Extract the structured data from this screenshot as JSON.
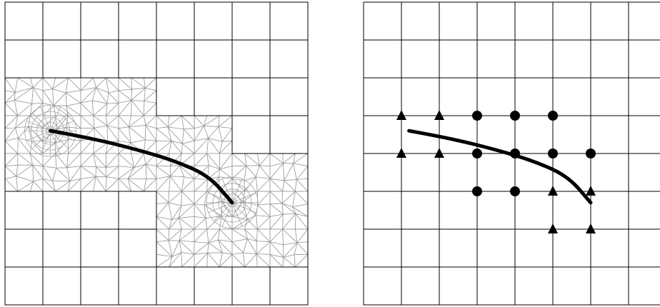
{
  "figure": {
    "left_panel": {
      "grid": {
        "cols": 8,
        "rows": 8
      },
      "refined_cells": [
        [
          2,
          0
        ],
        [
          2,
          1
        ],
        [
          2,
          2
        ],
        [
          2,
          3
        ],
        [
          3,
          0
        ],
        [
          3,
          1
        ],
        [
          3,
          2
        ],
        [
          3,
          3
        ],
        [
          3,
          4
        ],
        [
          3,
          5
        ],
        [
          4,
          0
        ],
        [
          4,
          1
        ],
        [
          4,
          2
        ],
        [
          4,
          3
        ],
        [
          4,
          4
        ],
        [
          4,
          5
        ],
        [
          4,
          6
        ],
        [
          4,
          7
        ],
        [
          5,
          4
        ],
        [
          5,
          5
        ],
        [
          5,
          6
        ],
        [
          5,
          7
        ],
        [
          6,
          4
        ],
        [
          6,
          5
        ],
        [
          6,
          6
        ],
        [
          6,
          7
        ]
      ],
      "crack_tips": [
        [
          1.2,
          3.4
        ],
        [
          6.0,
          5.3
        ]
      ],
      "crack": [
        [
          1.2,
          3.4
        ],
        [
          2.3,
          3.6
        ],
        [
          3.5,
          3.9
        ],
        [
          4.5,
          4.2
        ],
        [
          5.4,
          4.6
        ],
        [
          6.0,
          5.3
        ]
      ],
      "crack_color": "#000000",
      "mesh_color": "#9a9a9a"
    },
    "right_panel": {
      "grid": {
        "cols": 8,
        "rows": 8
      },
      "crack": [
        [
          1.2,
          3.4
        ],
        [
          2.3,
          3.6
        ],
        [
          3.5,
          3.9
        ],
        [
          4.5,
          4.2
        ],
        [
          5.4,
          4.6
        ],
        [
          6.0,
          5.3
        ]
      ],
      "tip_enriched_nodes": [
        [
          1,
          3
        ],
        [
          2,
          3
        ],
        [
          1,
          4
        ],
        [
          2,
          4
        ],
        [
          5,
          5
        ],
        [
          6,
          5
        ],
        [
          5,
          6
        ],
        [
          6,
          6
        ]
      ],
      "heaviside_enriched_nodes": [
        [
          3,
          3
        ],
        [
          4,
          3
        ],
        [
          5,
          3
        ],
        [
          3,
          4
        ],
        [
          4,
          4
        ],
        [
          5,
          4
        ],
        [
          6,
          4
        ],
        [
          3,
          5
        ],
        [
          4,
          5
        ]
      ],
      "marker_color": "#000000",
      "tip_marker": "triangle",
      "heaviside_marker": "circle"
    }
  }
}
